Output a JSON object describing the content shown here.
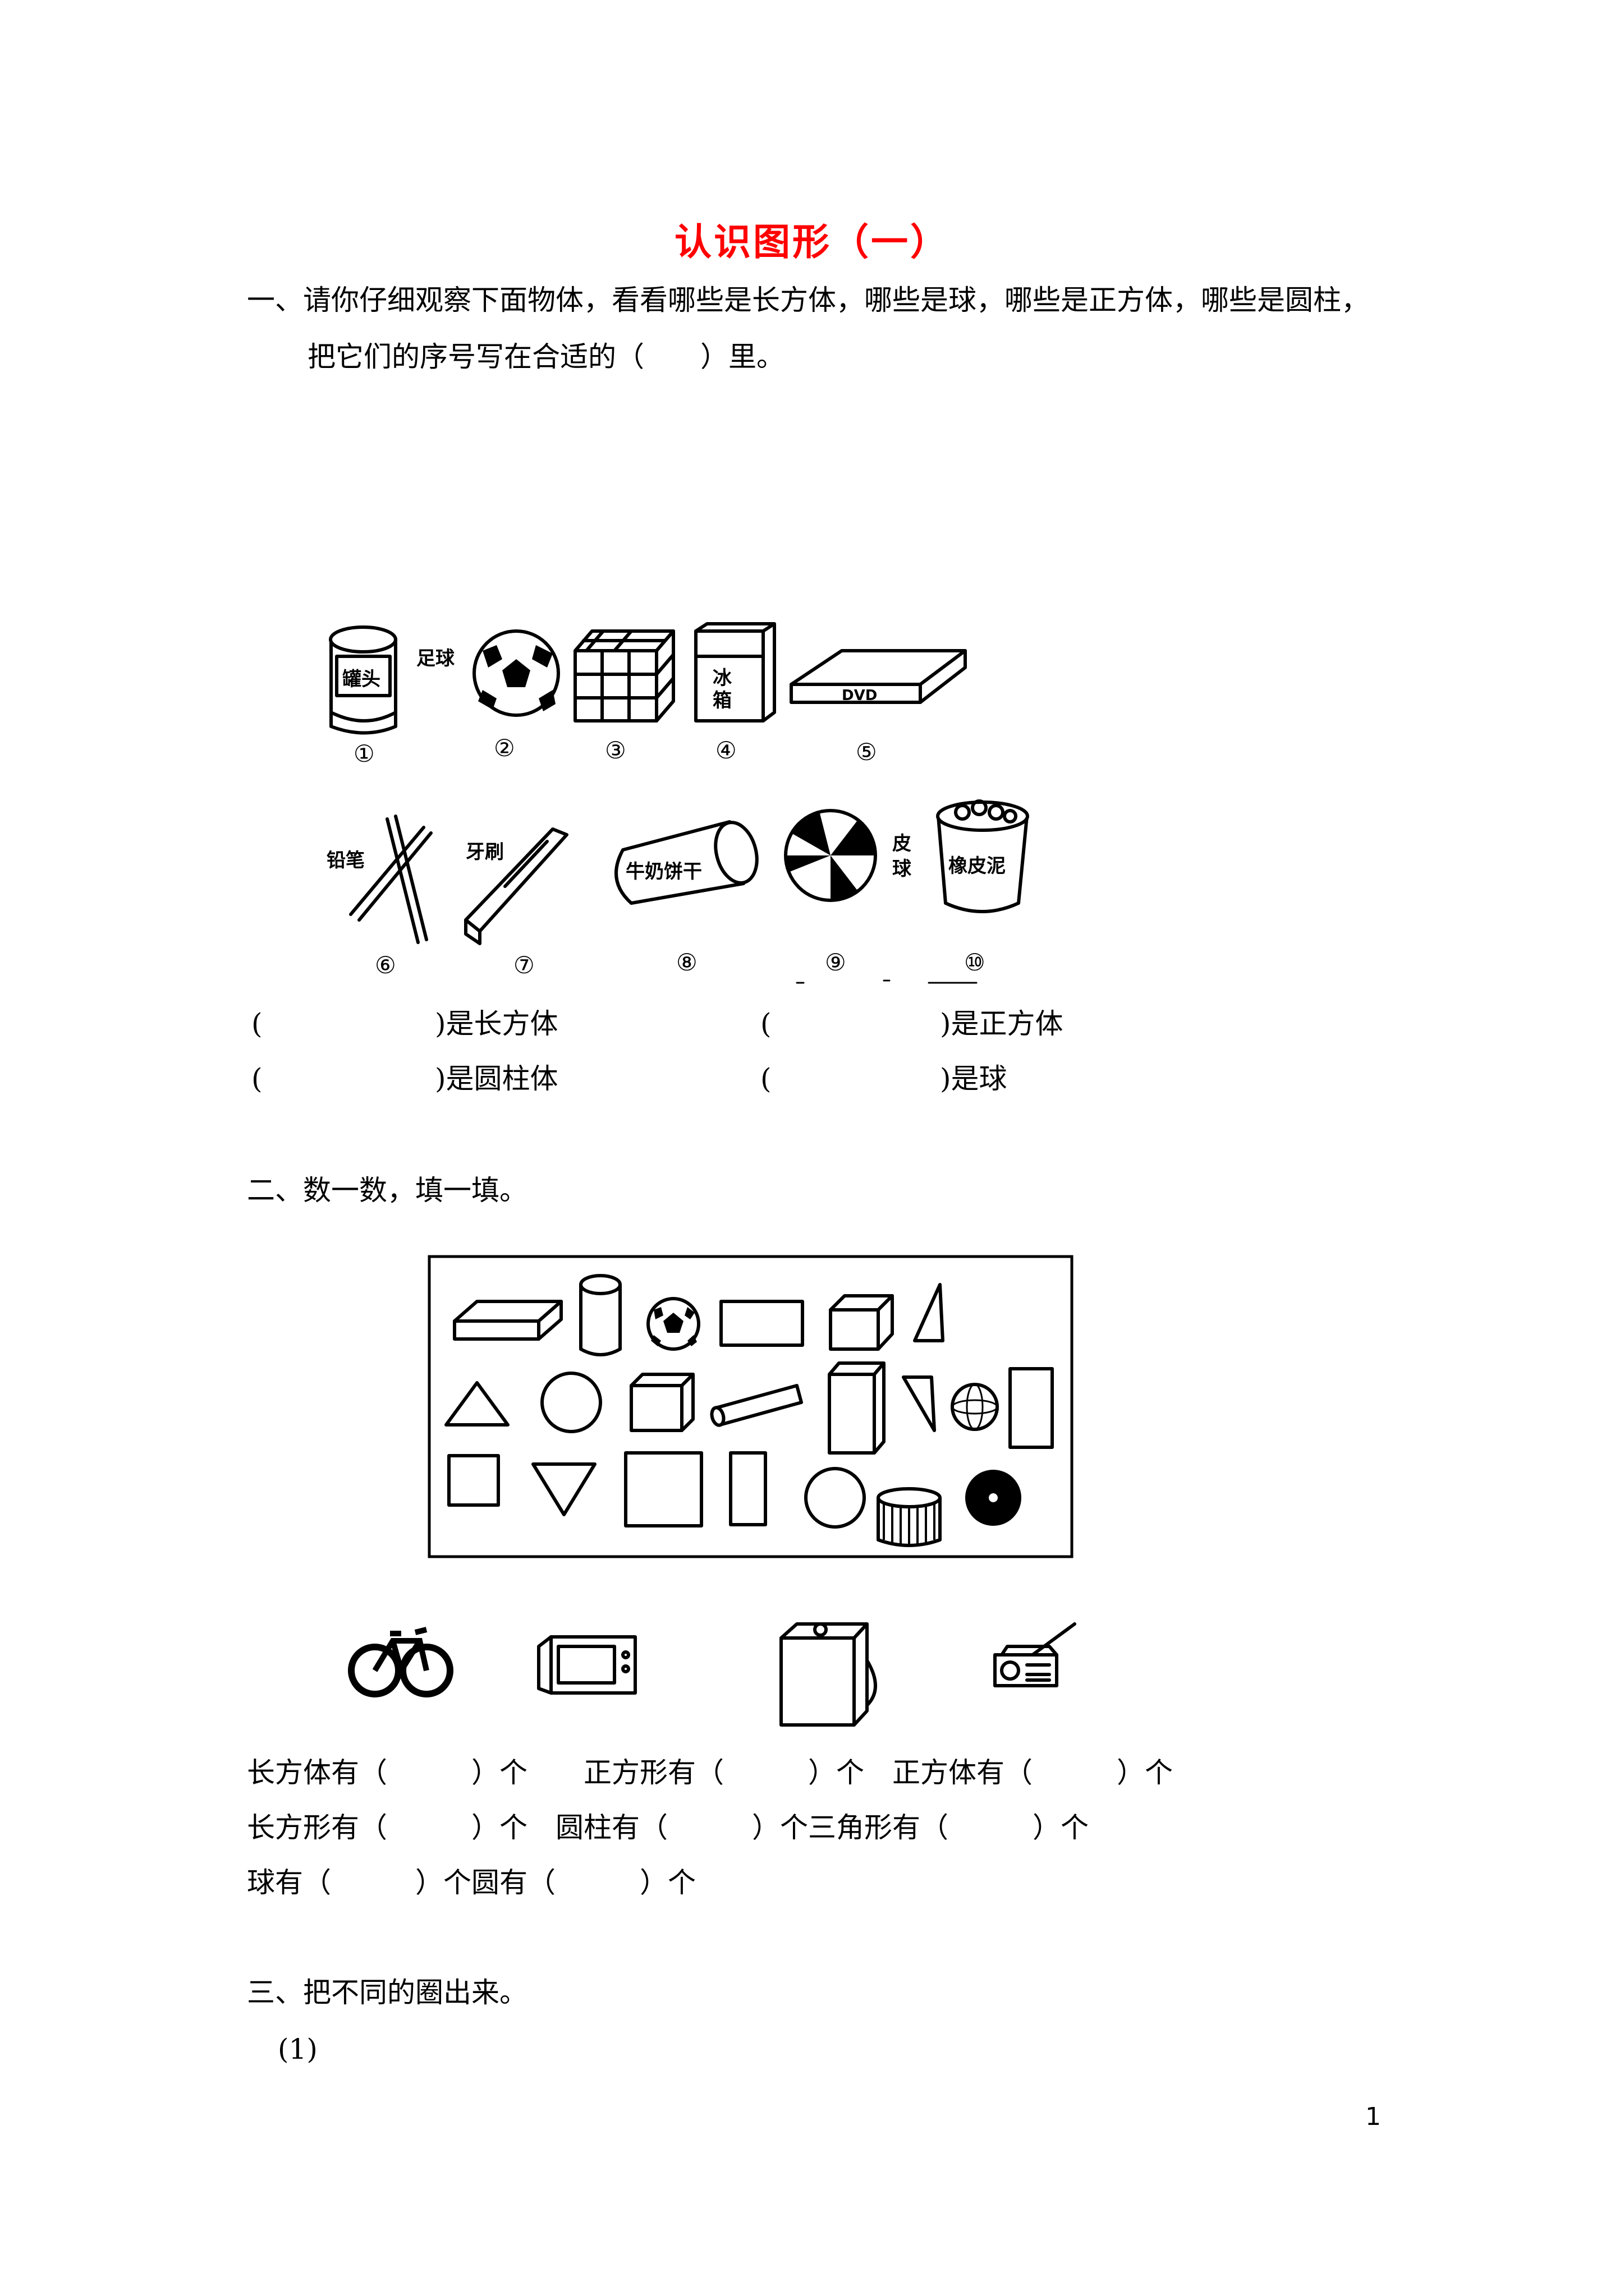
{
  "title": "认识图形（一）",
  "section1": {
    "question_line1": "一、请你仔细观察下面物体，看看哪些是长方体，哪些是球，哪些是正方体，哪些是圆柱，",
    "question_line2": "把它们的序号写在合适的（　　）里。",
    "object_labels": {
      "can": "罐头",
      "football": "足球",
      "fridge": "冰箱",
      "dvd": "DVD",
      "pencil": "铅笔",
      "toothbrush": "牙刷",
      "biscuit": "牛奶饼干",
      "ball": "皮球",
      "eraser": "橡皮泥"
    },
    "numbers": [
      "①",
      "②",
      "③",
      "④",
      "⑤",
      "⑥",
      "⑦",
      "⑧",
      "⑨",
      "⑩"
    ],
    "answer_cuboid": "是长方体",
    "answer_cube": "是正方体",
    "answer_cylinder": "是圆柱体",
    "answer_sphere": "是球"
  },
  "section2": {
    "question": "二、数一数，填一填。",
    "fill_line1": "长方体有（　　　）个　　正方形有（　　　）个　正方体有（　　　）个",
    "fill_line2": "长方形有（　　　）个　圆柱有（　　　）个三角形有（　　　）个",
    "fill_line3": "球有（　　　）个圆有（　　　）个"
  },
  "section3": {
    "question": "三、把不同的圈出来。",
    "sub1": "(1)"
  },
  "page_number": "1"
}
